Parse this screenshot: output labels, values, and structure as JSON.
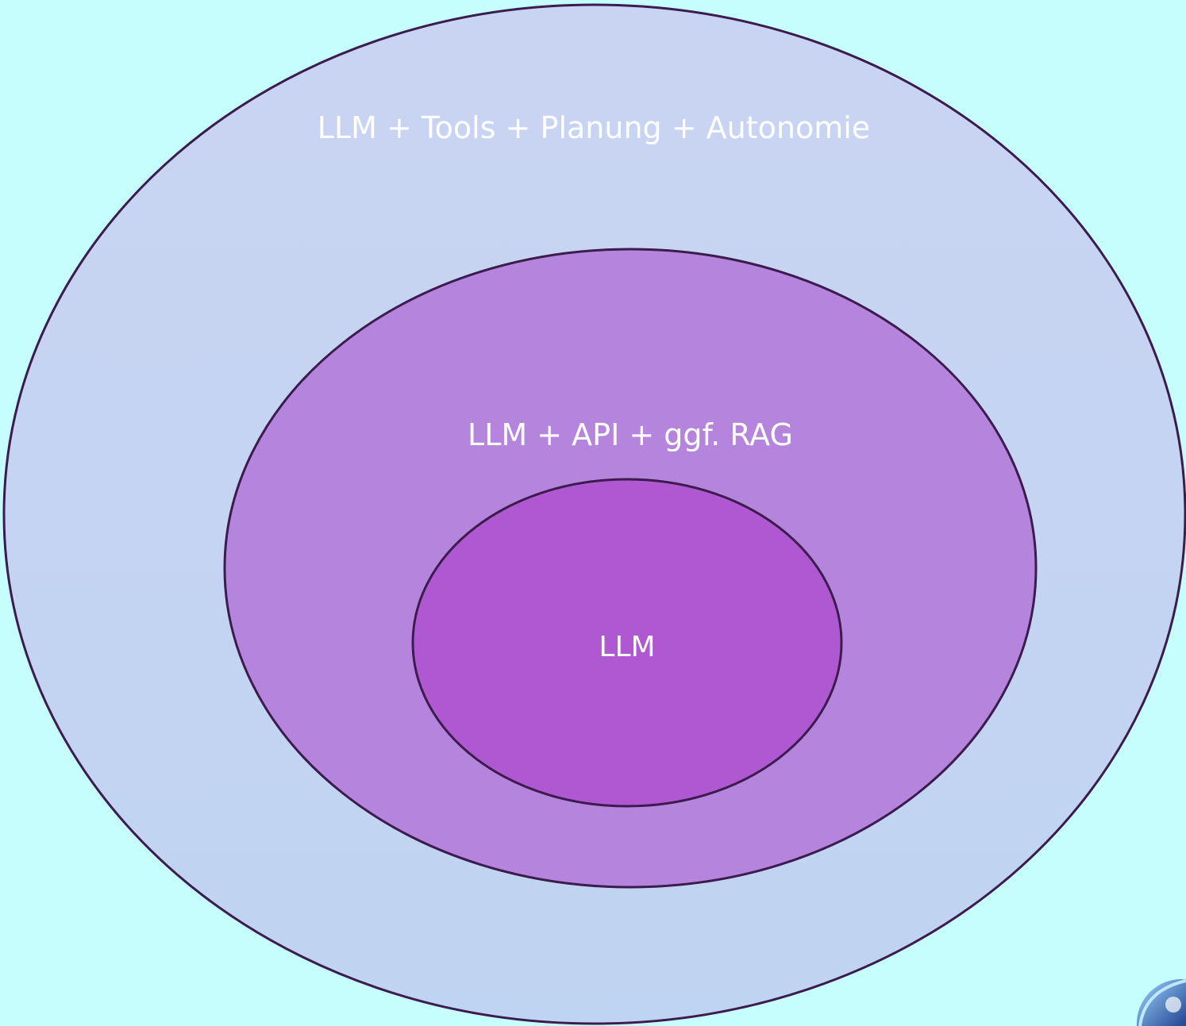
{
  "diagram": {
    "rings": [
      {
        "id": "outer",
        "label": "LLM + Tools + Planung + Autonomie",
        "fill": "#c2d3f2"
      },
      {
        "id": "middle",
        "label": "LLM + API + ggf. RAG",
        "fill": "#b585dd"
      },
      {
        "id": "inner",
        "label": "LLM",
        "fill": "#b058d2"
      }
    ],
    "stroke_color": "#3c1b4e",
    "background": "#c6fefe"
  }
}
